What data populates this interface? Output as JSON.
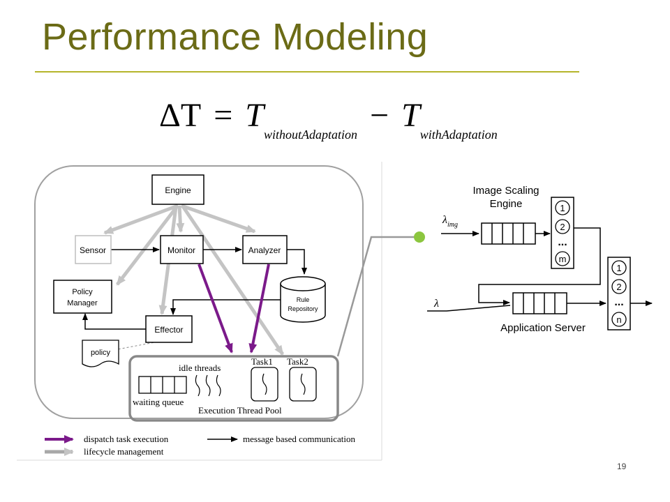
{
  "slide": {
    "title": "Performance Modeling",
    "page_number": "19"
  },
  "formula": {
    "delta_t": "ΔT",
    "equals": "=",
    "t1": "T",
    "sub1": "withoutAdaptation",
    "minus": "−",
    "t2": "T",
    "sub2": "withAdaptation"
  },
  "left_diagram": {
    "engine": "Engine",
    "sensor": "Sensor",
    "monitor": "Monitor",
    "analyzer": "Analyzer",
    "policy_manager_line1": "Policy",
    "policy_manager_line2": "Manager",
    "rule_repo_line1": "Rule",
    "rule_repo_line2": "Repository",
    "effector": "Effector",
    "policy": "policy",
    "idle_threads": "idle threads",
    "task1": "Task1",
    "task2": "Task2",
    "waiting_queue": "waiting queue",
    "execution_pool": "Execution Thread Pool",
    "legend": [
      {
        "label": "dispatch task execution",
        "color": "#7b1a8a"
      },
      {
        "label": "lifecycle management",
        "color": "#a8a8a8"
      },
      {
        "label": "message based communication",
        "color": "#000000"
      }
    ]
  },
  "right_diagram": {
    "image_engine_line1": "Image Scaling",
    "image_engine_line2": "Engine",
    "lambda_img": "λ",
    "lambda_img_sub": "img",
    "lambda": "λ",
    "servers_top": [
      "1",
      "2",
      "m"
    ],
    "servers_bottom": [
      "1",
      "2",
      "n"
    ],
    "dots": "...",
    "app_server": "Application Server"
  },
  "colors": {
    "title": "#6b6b16",
    "rule": "#b5b52a",
    "connector_dot": "#8cc63f",
    "highlight_box": "#888888"
  }
}
